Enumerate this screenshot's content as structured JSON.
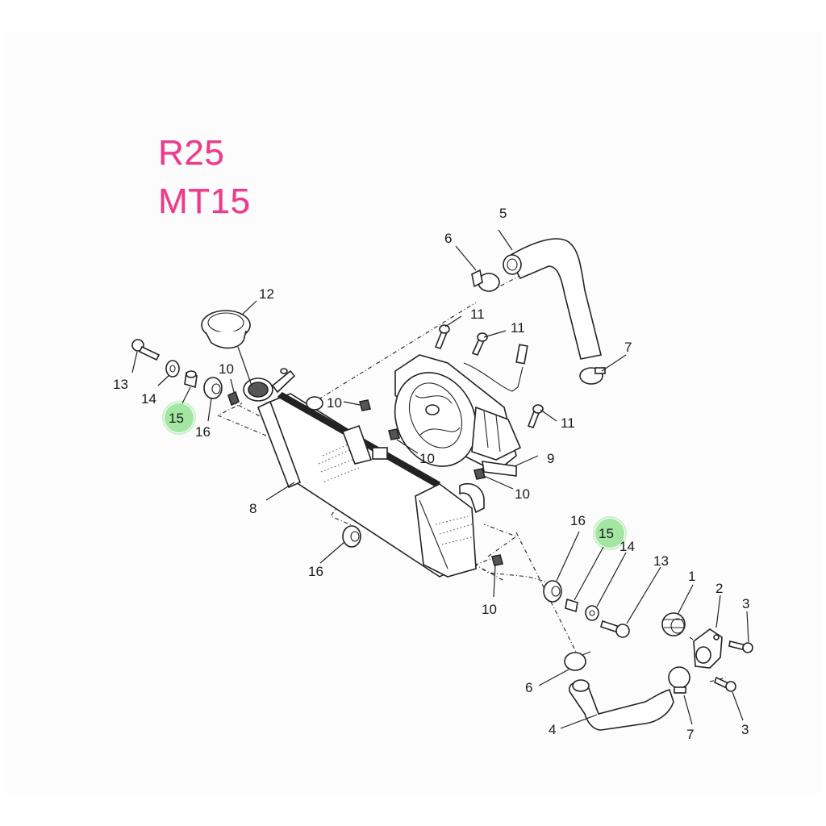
{
  "diagram": {
    "title_lines": [
      "R25",
      "MT15"
    ],
    "title_color": "#ee3a8c",
    "highlight_color": "#8be08b",
    "highlighted_part": "15",
    "callouts": [
      {
        "id": "c1",
        "label": "1",
        "part": "thermostat-cover-fitting"
      },
      {
        "id": "c2",
        "label": "2",
        "part": "thermostat-housing"
      },
      {
        "id": "c3a",
        "label": "3",
        "part": "bolt"
      },
      {
        "id": "c3b",
        "label": "3",
        "part": "bolt"
      },
      {
        "id": "c4",
        "label": "4",
        "part": "lower-radiator-hose"
      },
      {
        "id": "c5",
        "label": "5",
        "part": "upper-radiator-hose"
      },
      {
        "id": "c6a",
        "label": "6",
        "part": "hose-clamp"
      },
      {
        "id": "c6b",
        "label": "6",
        "part": "hose-clamp"
      },
      {
        "id": "c7a",
        "label": "7",
        "part": "hose-clamp"
      },
      {
        "id": "c7b",
        "label": "7",
        "part": "hose-clamp"
      },
      {
        "id": "c8",
        "label": "8",
        "part": "radiator"
      },
      {
        "id": "c9",
        "label": "9",
        "part": "cooling-fan"
      },
      {
        "id": "c10a",
        "label": "10",
        "part": "nut"
      },
      {
        "id": "c10b",
        "label": "10",
        "part": "nut"
      },
      {
        "id": "c10c",
        "label": "10",
        "part": "nut"
      },
      {
        "id": "c10d",
        "label": "10",
        "part": "nut"
      },
      {
        "id": "c10e",
        "label": "10",
        "part": "nut"
      },
      {
        "id": "c11a",
        "label": "11",
        "part": "bolt"
      },
      {
        "id": "c11b",
        "label": "11",
        "part": "bolt"
      },
      {
        "id": "c11c",
        "label": "11",
        "part": "bolt"
      },
      {
        "id": "c12",
        "label": "12",
        "part": "radiator-cap"
      },
      {
        "id": "c13a",
        "label": "13",
        "part": "bolt"
      },
      {
        "id": "c13b",
        "label": "13",
        "part": "bolt"
      },
      {
        "id": "c14a",
        "label": "14",
        "part": "washer"
      },
      {
        "id": "c14b",
        "label": "14",
        "part": "washer"
      },
      {
        "id": "c15a",
        "label": "15",
        "part": "collar"
      },
      {
        "id": "c15b",
        "label": "15",
        "part": "collar"
      },
      {
        "id": "c16a",
        "label": "16",
        "part": "grommet"
      },
      {
        "id": "c16b",
        "label": "16",
        "part": "grommet"
      },
      {
        "id": "c16c",
        "label": "16",
        "part": "grommet"
      }
    ]
  }
}
